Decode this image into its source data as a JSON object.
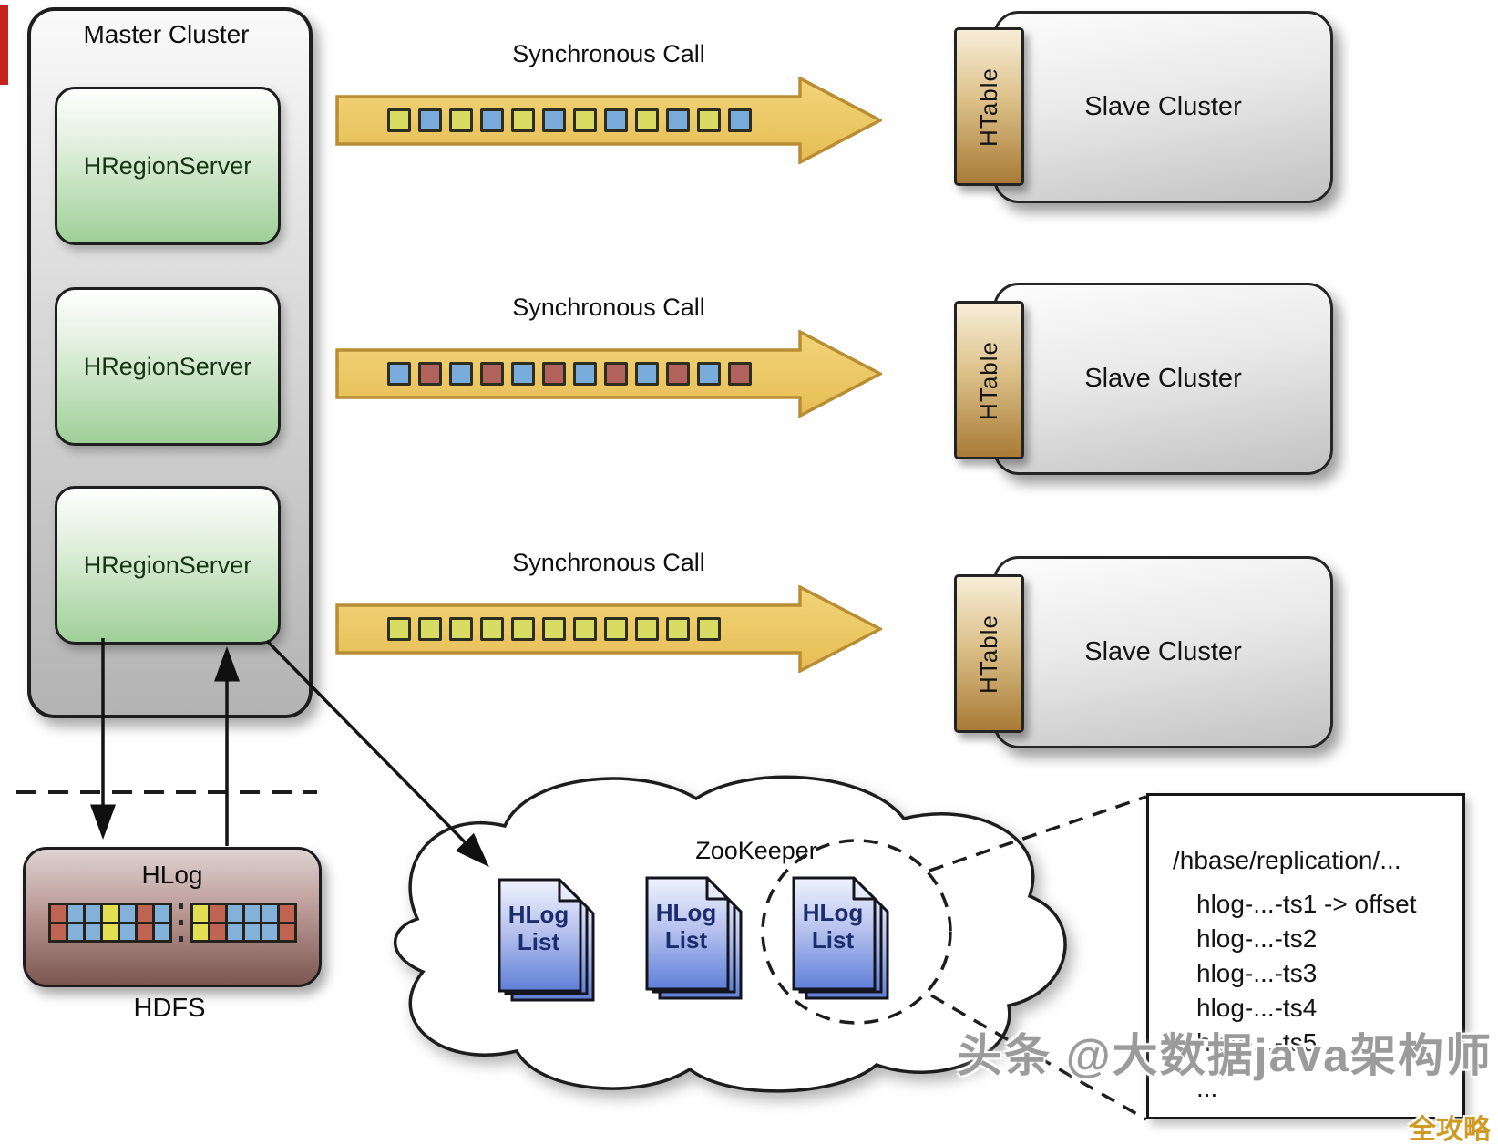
{
  "master_cluster": {
    "title": "Master Cluster",
    "servers": [
      {
        "label": "HRegionServer"
      },
      {
        "label": "HRegionServer"
      },
      {
        "label": "HRegionServer"
      }
    ]
  },
  "sync_calls": [
    {
      "label": "Synchronous Call",
      "squares": [
        "yellow",
        "blue",
        "yellow",
        "blue",
        "yellow",
        "blue",
        "yellow",
        "blue",
        "yellow",
        "blue",
        "yellow",
        "blue"
      ]
    },
    {
      "label": "Synchronous Call",
      "squares": [
        "blue",
        "red",
        "blue",
        "red",
        "blue",
        "red",
        "blue",
        "red",
        "blue",
        "red",
        "blue",
        "red"
      ]
    },
    {
      "label": "Synchronous Call",
      "squares": [
        "yellow",
        "yellow",
        "yellow",
        "yellow",
        "yellow",
        "yellow",
        "yellow",
        "yellow",
        "yellow",
        "yellow",
        "yellow"
      ]
    }
  ],
  "slave_clusters": [
    {
      "tab_label": "HTable",
      "label": "Slave Cluster"
    },
    {
      "tab_label": "HTable",
      "label": "Slave Cluster"
    },
    {
      "tab_label": "HTable",
      "label": "Slave Cluster"
    }
  ],
  "hlog": {
    "title": "HLog",
    "cells_left": [
      "red",
      "blue",
      "blue",
      "yellow",
      "blue",
      "red",
      "blue"
    ],
    "cells_right": [
      "yellow",
      "red",
      "blue",
      "blue",
      "blue",
      "red"
    ],
    "caption": "HDFS"
  },
  "zookeeper": {
    "label": "ZooKeeper",
    "docs": [
      {
        "label": "HLog List"
      },
      {
        "label": "HLog List"
      },
      {
        "label": "HLog List"
      }
    ]
  },
  "replication_box": {
    "lines": [
      "/hbase/replication/...",
      "hlog-...-ts1 -> offset",
      "hlog-...-ts2",
      "hlog-...-ts3",
      "hlog-...-ts4",
      "hlog-...-ts5",
      "..."
    ]
  },
  "watermark": {
    "credit": "头条 @大数据java架构师",
    "badge": "全攻略"
  },
  "colors": {
    "arrow_fill": "#edc963",
    "arrow_border": "#b98e33",
    "square_yellow": "#d9dc63",
    "square_blue": "#79abdb",
    "square_red": "#b2625c",
    "hlog_cell_yellow": "#e3df53",
    "hlog_cell_blue": "#84b1da",
    "hlog_cell_red": "#c06453",
    "doc_blue": "#5f7fd8",
    "badge_gold": "#cf9a26"
  }
}
